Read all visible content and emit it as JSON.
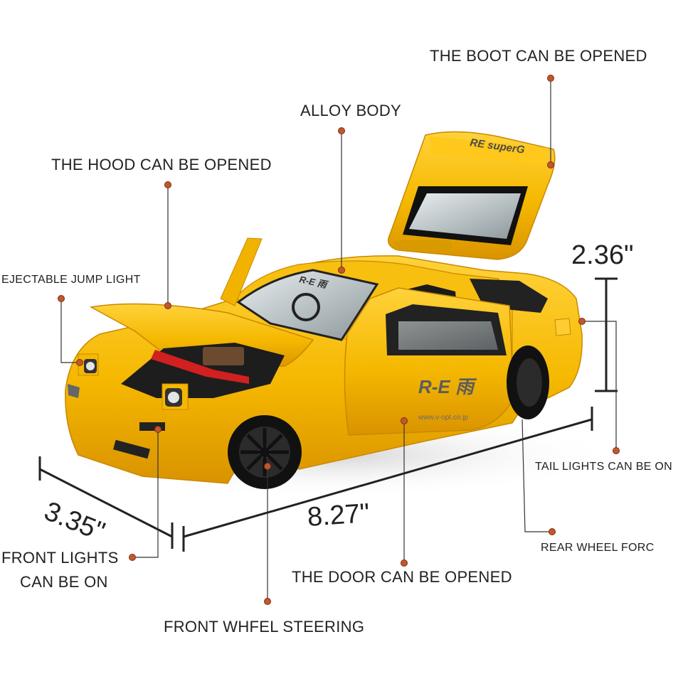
{
  "callouts": {
    "boot": "THE BOOT CAN BE OPENED",
    "body": "ALLOY BODY",
    "hood": "THE HOOD CAN BE OPENED",
    "jump_light": "EJECTABLE JUMP LIGHT",
    "tail_lights": "TAIL LIGHTS CAN BE ON",
    "rear_wheel": "REAR WHEEL FORC",
    "front_lights_line1": "FRONT LIGHTS",
    "front_lights_line2": "CAN BE ON",
    "door": "THE DOOR CAN BE OPENED",
    "front_wheel": "FRONT WHFEL STEERING"
  },
  "dimensions": {
    "height": "2.36\"",
    "length": "8.27\"",
    "width": "3.35\""
  },
  "car_decals": {
    "spoiler": "RE superG",
    "windshield": "R-E 雨",
    "door_logo": "R-E 雨",
    "door_url": "www.v-opt.co.jp"
  },
  "colors": {
    "car_body": "#f5b800",
    "car_shade": "#d99a00",
    "callout_dot": "#c2572e",
    "callout_line": "#333333"
  }
}
